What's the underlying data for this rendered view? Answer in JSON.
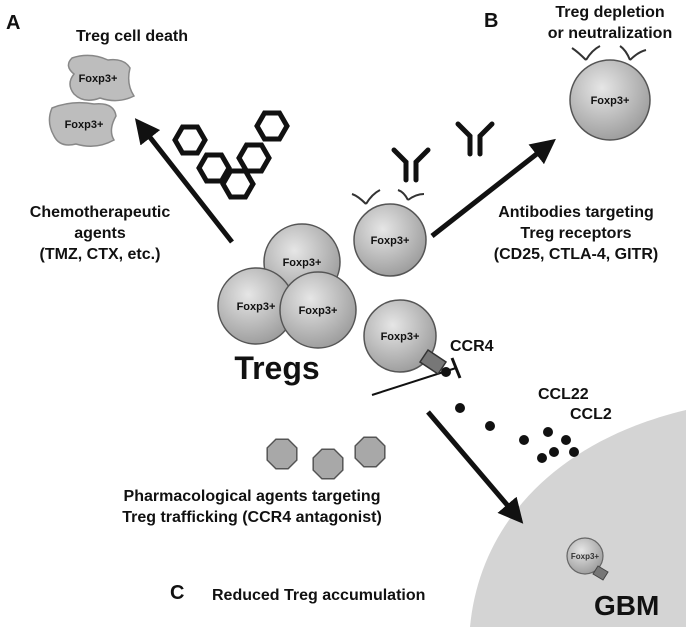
{
  "panels": {
    "a": "A",
    "b": "B",
    "c": "C"
  },
  "treg_death_title": "Treg cell death",
  "treg_depletion_title": [
    "Treg depletion",
    "or neutralization"
  ],
  "chemo_label": [
    "Chemotherapeutic",
    "agents",
    "(TMZ, CTX, etc.)"
  ],
  "antibody_label": [
    "Antibodies targeting",
    "Treg receptors",
    "(CD25, CTLA-4, GITR)"
  ],
  "pharma_label": [
    "Pharmacological agents targeting",
    "Treg trafficking (CCR4 antagonist)"
  ],
  "reduced_label": "Reduced Treg accumulation",
  "tregs_label": "Tregs",
  "ccr4_label": "CCR4",
  "ccl22_label": "CCL22",
  "ccl2_label": "CCL2",
  "gbm_label": "GBM",
  "cell_marker": "Foxp3+",
  "colors": {
    "cell_fill": "#b4b4b4",
    "tumor_fill": "#d4d4d4",
    "ink": "#111111"
  }
}
